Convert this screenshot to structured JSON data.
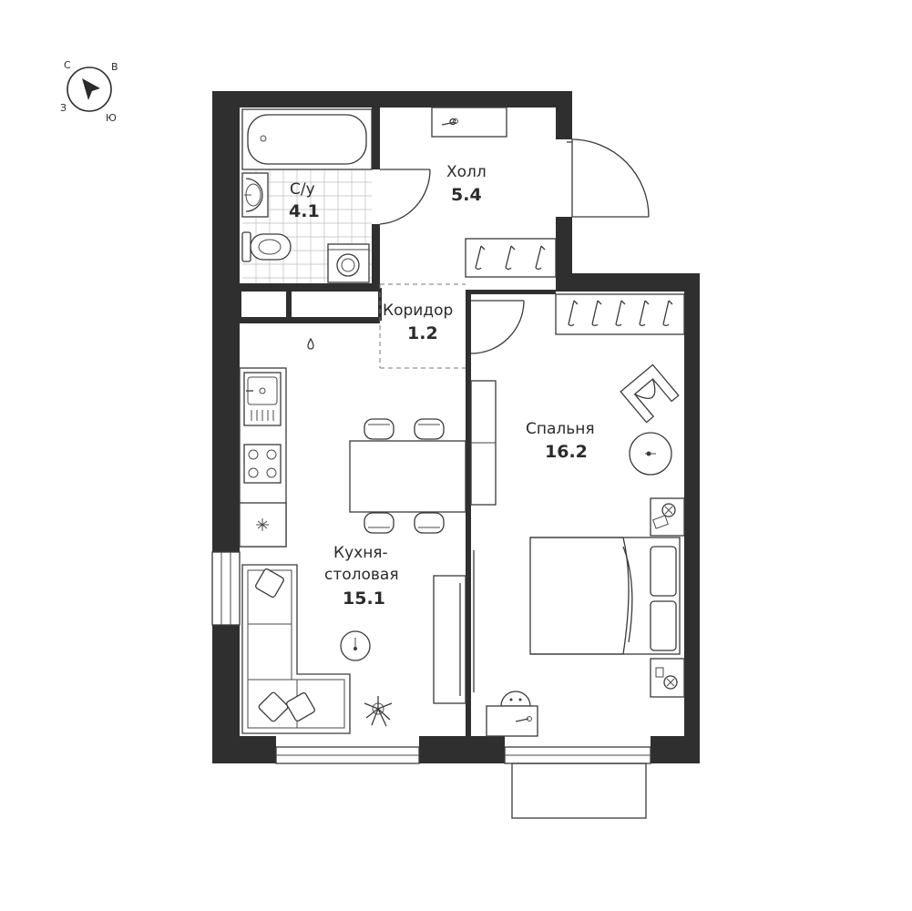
{
  "compass": {
    "north": "С",
    "east": "В",
    "west": "З",
    "south": "Ю"
  },
  "rooms": {
    "bathroom": {
      "name": "С/у",
      "area": "4.1"
    },
    "hall": {
      "name": "Холл",
      "area": "5.4"
    },
    "corridor": {
      "name": "Коридор",
      "area": "1.2"
    },
    "kitchen": {
      "name_line1": "Кухня-",
      "name_line2": "столовая",
      "area": "15.1"
    },
    "bedroom": {
      "name": "Спальня",
      "area": "16.2"
    }
  },
  "colors": {
    "wall": "#2f2f2f",
    "line": "#3a3a3a",
    "background": "#ffffff"
  }
}
